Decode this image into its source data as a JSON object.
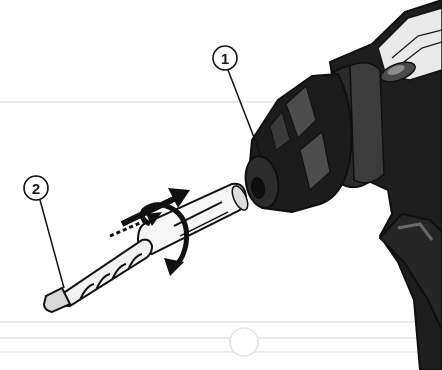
{
  "callouts": [
    {
      "number": "1",
      "part": "tool-chuck"
    },
    {
      "number": "2",
      "part": "drill-bit"
    }
  ],
  "motions": [
    "insert-push",
    "turn-to-lock"
  ],
  "colors": {
    "background": "#ffffff",
    "drill_body": "#1e1e1e",
    "drill_highlight": "#5a5a5a",
    "outline": "#111111",
    "bit_steel": "#f4f4f4",
    "guide_lines": "#e2e2e2"
  }
}
